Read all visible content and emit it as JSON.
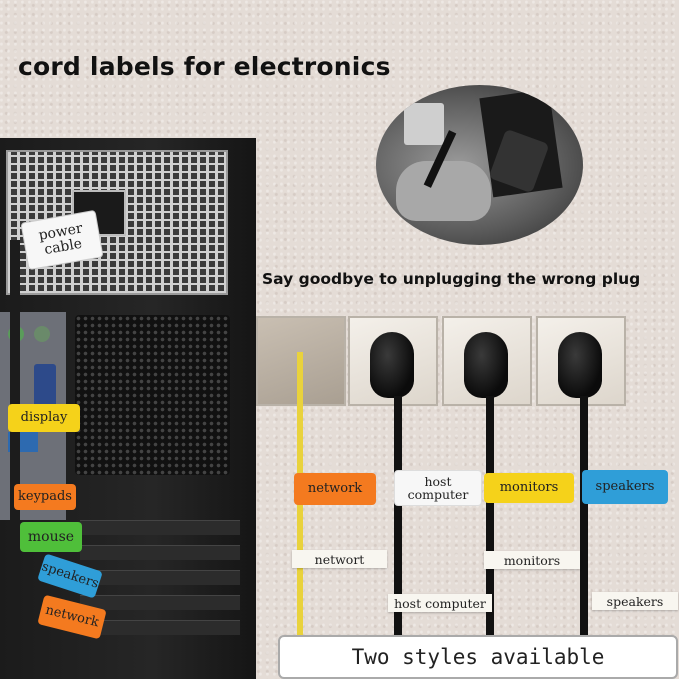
{
  "title": "cord labels for electronics",
  "tagline": "Say goodbye to unplugging the wrong plug",
  "banner": "Two styles available",
  "case_labels": {
    "power_cable": "power cable",
    "display": "display",
    "keypads": "keypads",
    "mouse": "mouse",
    "speakers": "speakers",
    "network": "network"
  },
  "flag_labels": {
    "network": "network",
    "host_computer": "host computer",
    "monitors": "monitors",
    "speakers": "speakers"
  },
  "strip_labels": {
    "networt": "networt",
    "monitors": "monitors",
    "host_computer": "host computer",
    "speakers": "speakers"
  },
  "colors": {
    "orange": "#f47a1f",
    "yellow": "#f5d21a",
    "green": "#4fbf3a",
    "blue": "#2f9ed8",
    "white_tag": "#f7f7f7",
    "cable_yellow": "#e9d23c"
  }
}
